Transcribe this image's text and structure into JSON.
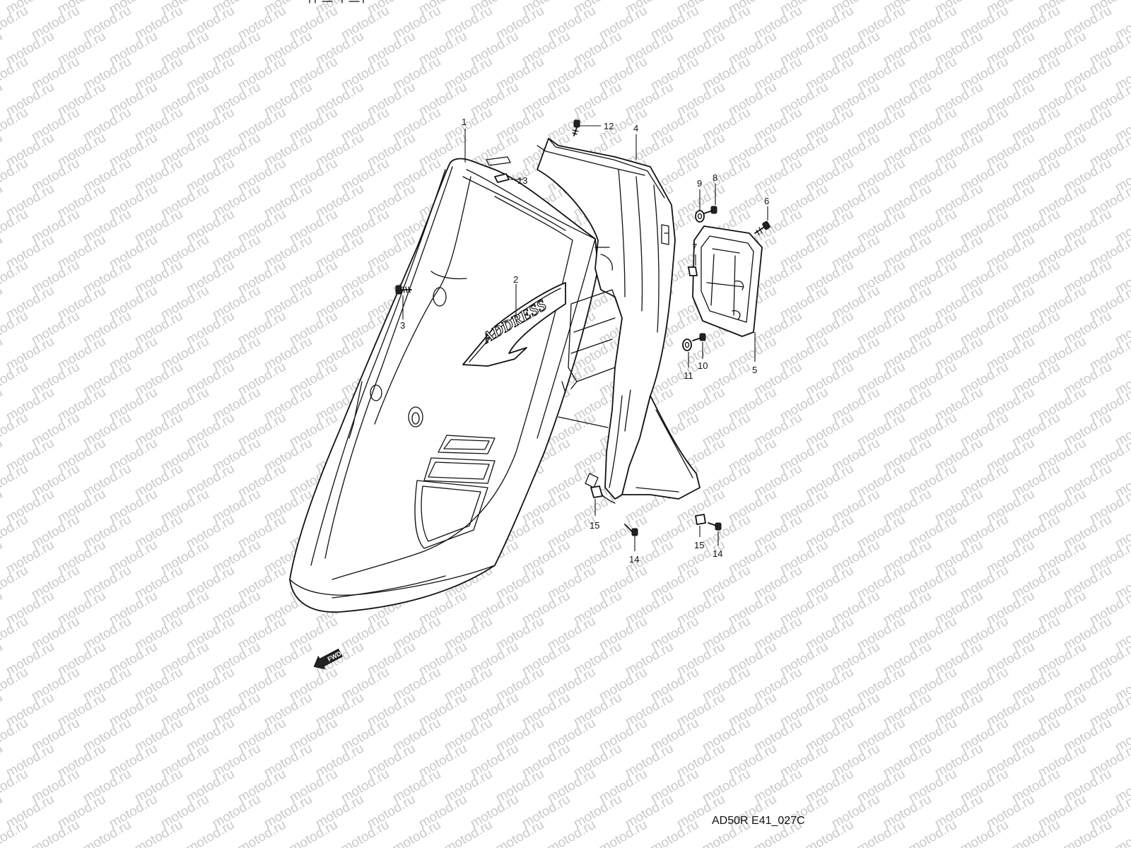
{
  "diagram": {
    "drawing_code": "AD50R E41_027C",
    "watermark_text": "motod.ru",
    "direction_label": "FWD",
    "badge_text": "ADDRESS",
    "callouts": [
      {
        "number": "1"
      },
      {
        "number": "2"
      },
      {
        "number": "3"
      },
      {
        "number": "4"
      },
      {
        "number": "5"
      },
      {
        "number": "6"
      },
      {
        "number": "7"
      },
      {
        "number": "8"
      },
      {
        "number": "9"
      },
      {
        "number": "10"
      },
      {
        "number": "11"
      },
      {
        "number": "12"
      },
      {
        "number": "13"
      },
      {
        "number": "14"
      },
      {
        "number": "14"
      },
      {
        "number": "15"
      },
      {
        "number": "15"
      }
    ]
  }
}
